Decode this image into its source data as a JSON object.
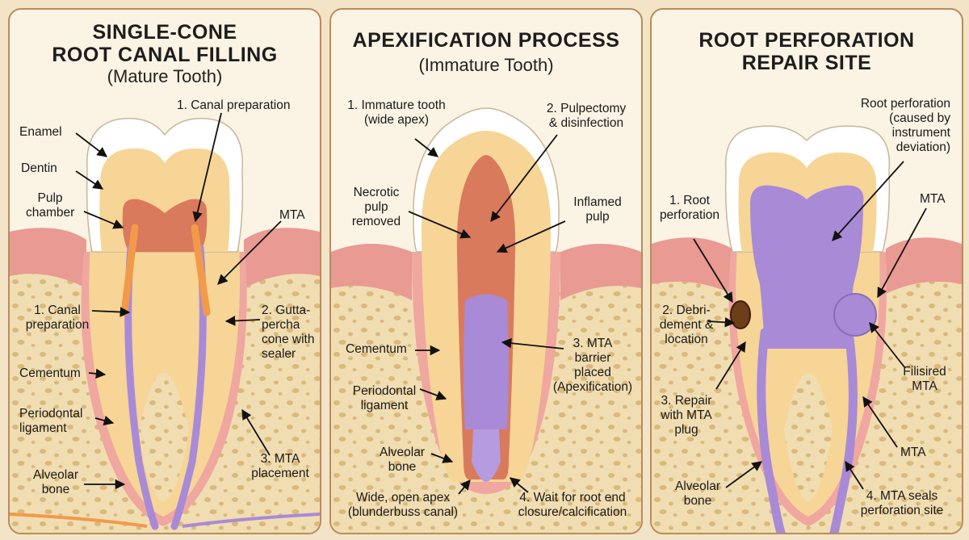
{
  "panels": [
    {
      "title_line1": "SINGLE-CONE",
      "title_line2": "ROOT CANAL FILLING",
      "subtitle": "(Mature Tooth)",
      "labels": {
        "canal_prep_top": "1. Canal preparation",
        "enamel": "Enamel",
        "dentin": "Dentin",
        "pulp_chamber_1": "Pulp",
        "pulp_chamber_2": "chamber",
        "mta": "MTA",
        "canal_prep_left_1": "1. Canal",
        "canal_prep_left_2": "preparation",
        "gutta_1": "2. Gutta-",
        "gutta_2": "percha",
        "gutta_3": "cone with",
        "gutta_4": "sealer",
        "cementum": "Cementum",
        "pdl_1": "Periodontal",
        "pdl_2": "ligament",
        "mta_place_1": "3. MTA",
        "mta_place_2": "placement",
        "bone_1": "Alveolar",
        "bone_2": "bone"
      }
    },
    {
      "title_line1": "APEXIFICATION PROCESS",
      "subtitle": "(Immature Tooth)",
      "labels": {
        "immature_1": "1. Immature tooth",
        "immature_2": "(wide apex)",
        "pulpectomy_1": "2. Pulpectomy",
        "pulpectomy_2": "& disinfection",
        "necrotic_1": "Necrotic",
        "necrotic_2": "pulp",
        "necrotic_3": "removed",
        "inflamed_1": "Inflamed",
        "inflamed_2": "pulp",
        "cementum": "Cementum",
        "barrier_1": "3. MTA",
        "barrier_2": "barrier",
        "barrier_3": "placed",
        "barrier_4": "(Apexification)",
        "pdl_1": "Periodontal",
        "pdl_2": "ligament",
        "bone_1": "Alveolar",
        "bone_2": "bone",
        "apex_1": "Wide, open apex",
        "apex_2": "(blunderbuss canal)",
        "wait_1": "4. Wait for root end",
        "wait_2": "closure/calcification"
      }
    },
    {
      "title_line1": "ROOT PERFORATION",
      "title_line2": "REPAIR SITE",
      "labels": {
        "perf_1": "Root perforation",
        "perf_2": "(caused by",
        "perf_3": "instrument",
        "perf_4": "deviation)",
        "root_perf_1": "1. Root",
        "root_perf_2": "perforation",
        "mta_top": "MTA",
        "debri_1": "2. Debri-",
        "debri_2": "dement &",
        "debri_3": "location",
        "repair_1": "3. Repair",
        "repair_2": "with MTA",
        "repair_3": "plug",
        "filisired_1": "Filisired",
        "filisired_2": "MTA",
        "mta_bottom": "MTA",
        "bone_1": "Alveolar",
        "bone_2": "bone",
        "seals_1": "4. MTA seals",
        "seals_2": "perforation site"
      }
    }
  ],
  "colors": {
    "background": "#f3e4c8",
    "gum": "#e89a93",
    "bone": "#f1ddb2",
    "dentin": "#f6d596",
    "enamel": "#ffffff",
    "pulp": "#d97a5c",
    "mta": "#a98ad6",
    "gutta_percha": "#f29a4a"
  }
}
